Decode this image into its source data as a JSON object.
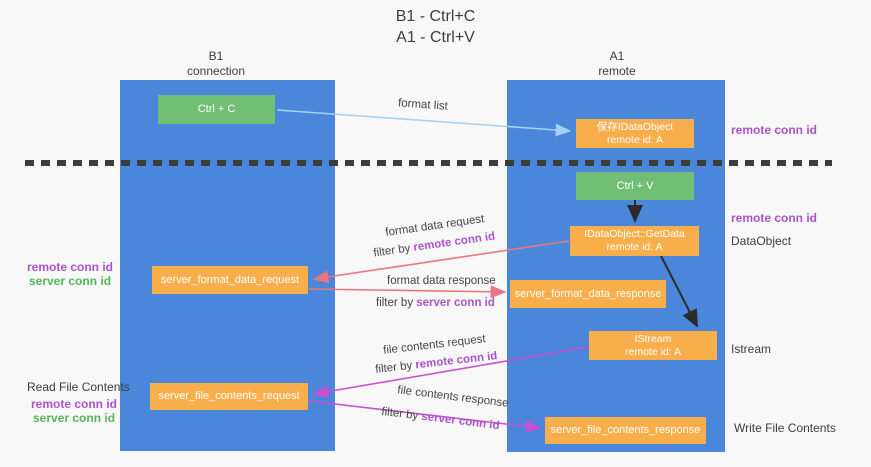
{
  "title": {
    "line1": "B1 - Ctrl+C",
    "line2": "A1 - Ctrl+V"
  },
  "lifelines": {
    "left": {
      "name": "B1",
      "role": "connection"
    },
    "right": {
      "name": "A1",
      "role": "remote"
    }
  },
  "boxes": {
    "ctrl_c": {
      "label": "Ctrl + C"
    },
    "ctrl_v": {
      "label": "Ctrl + V"
    },
    "save_dataobject": {
      "line1": "保存IDataObject",
      "line2": "remote id: A"
    },
    "getdata": {
      "line1": "IDataObject::GetData",
      "line2": "remote id: A"
    },
    "istream": {
      "line1": "IStream",
      "line2": "remote id: A"
    },
    "format_request": {
      "label": "server_format_data_request"
    },
    "format_response": {
      "label": "server_format_data_response"
    },
    "file_request": {
      "label": "server_file_contents_request"
    },
    "file_response": {
      "label": "server_file_contents_response"
    }
  },
  "messages": {
    "format_list": {
      "label": "format list"
    },
    "format_data_request": {
      "label": "format data request",
      "filter_prefix": "filter by ",
      "filter_key": "remote conn id"
    },
    "format_data_response": {
      "label": "format data response",
      "filter_prefix": "filter by ",
      "filter_key": "server conn id"
    },
    "file_contents_request": {
      "label": "file contents request",
      "filter_prefix": "filter by ",
      "filter_key": "remote conn id"
    },
    "file_contents_response": {
      "label": "file contents response",
      "filter_prefix": "filter by ",
      "filter_key": "server conn id"
    }
  },
  "annotations": {
    "left_format": {
      "remote": "remote conn id",
      "server": "server conn id"
    },
    "left_file": {
      "title": "Read File Contents",
      "remote": "remote conn id",
      "server": "server conn id"
    },
    "right_clipboard": "remote conn id",
    "right_dataobject": {
      "remote": "remote conn id",
      "name": "DataObject"
    },
    "right_istream": "Istream",
    "right_write": "Write File Contents"
  },
  "colors": {
    "background": "#f8f8f9",
    "lifeline_blue": "#4a86d9",
    "box_green": "#71bf74",
    "box_orange": "#f9ae4c",
    "arrow_salmon": "#e8767e",
    "arrow_magenta": "#c94fd1",
    "arrow_lightblue": "#a3d1f0",
    "arrow_black": "#2b2b2b",
    "text_purple": "#ab53c8",
    "text_green": "#55b45a",
    "text_dark": "#3d3d3d"
  }
}
